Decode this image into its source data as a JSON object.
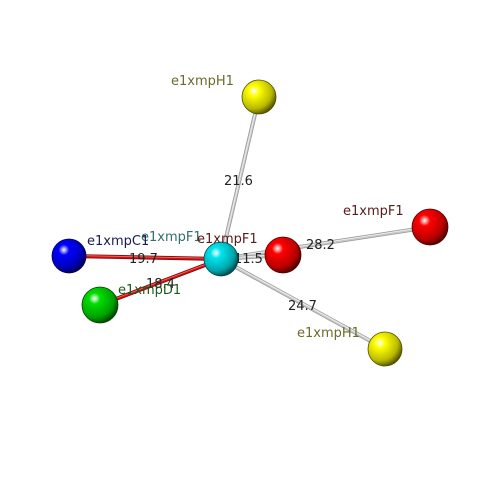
{
  "colors": {
    "background": "#ffffff",
    "bond_grey": "#c8c8c8",
    "bond_red": "#cc1111",
    "label_default": "#222222"
  },
  "atoms": [
    {
      "id": "F1_center",
      "label": "e1xmpF1",
      "element": "F",
      "color": "#00e5ee",
      "label_color": "#2f6f6f"
    },
    {
      "id": "H1_top",
      "label": "e1xmpH1",
      "element": "H",
      "color": "#ffff00",
      "label_color": "#6b6b2a"
    },
    {
      "id": "F1_right",
      "label": "e1xmpF1",
      "element": "F",
      "color": "#ff0000",
      "label_color": "#5a1a1a"
    },
    {
      "id": "F1_mid",
      "label": "e1xmpF1",
      "element": "F",
      "color": "#ff0000",
      "label_color": "#5a1a1a"
    },
    {
      "id": "C1",
      "label": "e1xmpC1",
      "element": "C",
      "color": "#0000ff",
      "label_color": "#1a1a5a"
    },
    {
      "id": "D1",
      "label": "e1xmpD1",
      "element": "D",
      "color": "#00dd00",
      "label_color": "#1a5a1a"
    },
    {
      "id": "H1_bottom",
      "label": "e1xmpH1",
      "element": "H",
      "color": "#ffff00",
      "label_color": "#6b6b2a"
    }
  ],
  "bonds": [
    {
      "from": "F1_center",
      "to": "H1_top",
      "distance": "21.6",
      "style": "grey"
    },
    {
      "from": "F1_center",
      "to": "F1_right",
      "distance": "28.2",
      "style": "grey"
    },
    {
      "from": "F1_center",
      "to": "F1_mid",
      "distance": "11.5",
      "style": "grey"
    },
    {
      "from": "F1_center",
      "to": "C1",
      "distance": "19.7",
      "style": "red"
    },
    {
      "from": "F1_center",
      "to": "D1",
      "distance": "18.4",
      "style": "red"
    },
    {
      "from": "F1_center",
      "to": "H1_bottom",
      "distance": "24.7",
      "style": "grey"
    }
  ]
}
